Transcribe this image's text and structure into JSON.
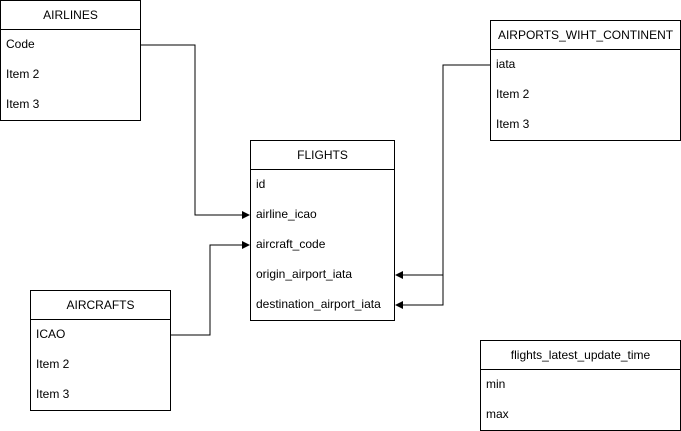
{
  "entities": {
    "airlines": {
      "title": "AIRLINES",
      "rows": [
        "Code",
        "Item 2",
        "Item 3"
      ]
    },
    "airports": {
      "title": "AIRPORTS_WIHT_CONTINENT",
      "rows": [
        "iata",
        "Item 2",
        "Item 3"
      ]
    },
    "flights": {
      "title": "FLIGHTS",
      "rows": [
        "id",
        "airline_icao",
        "aircraft_code",
        "origin_airport_iata",
        "destination_airport_iata"
      ]
    },
    "aircrafts": {
      "title": "AIRCRAFTS",
      "rows": [
        "ICAO",
        "Item 2",
        "Item 3"
      ]
    },
    "update_time": {
      "title": "flights_latest_update_time",
      "rows": [
        "min",
        "max"
      ]
    }
  },
  "relations": [
    {
      "from": "AIRLINES.Code",
      "to": "FLIGHTS.airline_icao"
    },
    {
      "from": "AIRCRAFTS.ICAO",
      "to": "FLIGHTS.aircraft_code"
    },
    {
      "from": "AIRPORTS_WIHT_CONTINENT.iata",
      "to": "FLIGHTS.origin_airport_iata"
    },
    {
      "from": "AIRPORTS_WIHT_CONTINENT.iata",
      "to": "FLIGHTS.destination_airport_iata"
    }
  ]
}
